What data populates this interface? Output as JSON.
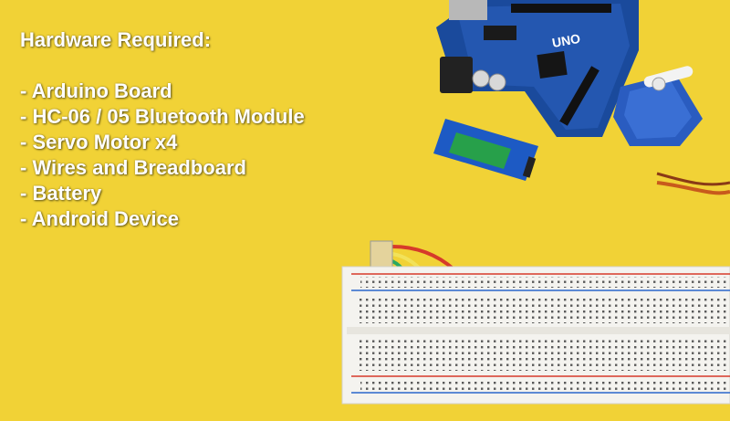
{
  "heading": "Hardware Required:",
  "items": [
    "- Arduino Board",
    "- HC-06 / 05 Bluetooth Module",
    "- Servo Motor x4",
    "- Wires and Breadboard",
    "- Battery",
    "- Android Device"
  ],
  "board_label": "UNO",
  "colors": {
    "background": "#f1d236",
    "arduino": "#1d4fa6",
    "bluetooth": "#1d5ac4",
    "servo": "#2a5cc0",
    "breadboard": "#f4f3ef",
    "wire_red": "#d63a2a",
    "wire_yellow": "#f2e25a",
    "wire_green": "#2aa860",
    "wire_black": "#222222"
  }
}
